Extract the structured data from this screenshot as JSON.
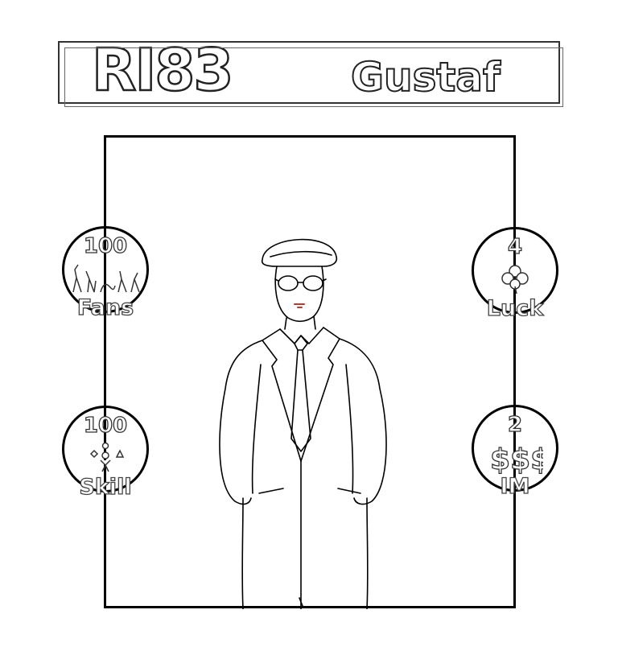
{
  "card": {
    "code": "RI83",
    "name": "Gustaf"
  },
  "stats": {
    "fans": {
      "value": "100",
      "label": "Fans",
      "icon": "crowd-icon"
    },
    "luck": {
      "value": "4",
      "label": "Luck",
      "icon": "clover-icon"
    },
    "skill": {
      "value": "100",
      "label": "Skill",
      "icon": "juggler-icon"
    },
    "im": {
      "value": "2",
      "label": "IM",
      "icon": "dollar-icon"
    }
  },
  "colors": {
    "line": "#000000",
    "background": "#ffffff",
    "accent_mouth": "#c0392b"
  }
}
